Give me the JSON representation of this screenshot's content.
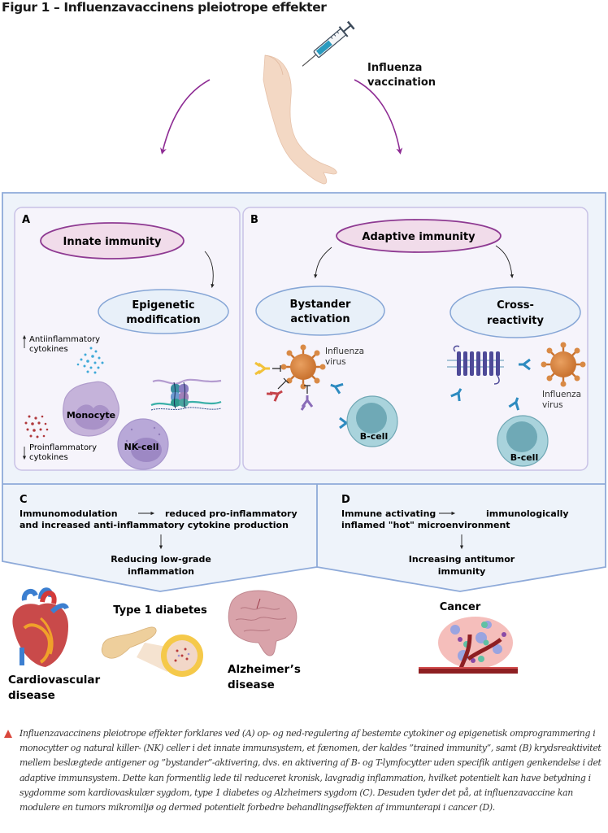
{
  "figure": {
    "title": "Figur 1 – Influenzavaccinens pleiotrope effekter",
    "vaccination_label_line1": "Influenza",
    "vaccination_label_line2": "vaccination"
  },
  "panel_a": {
    "letter": "A",
    "innate_label": "Innate immunity",
    "epigenetic_line1": "Epigenetic",
    "epigenetic_line2": "modification",
    "anti_line1": "Antiinflammatory",
    "anti_line2": "cytokines",
    "pro_line1": "Proinflammatory",
    "pro_line2": "cytokines",
    "monocyte_label": "Monocyte",
    "nk_label": "NK-cell"
  },
  "panel_b": {
    "letter": "B",
    "adaptive_label": "Adaptive immunity",
    "bystander_line1": "Bystander",
    "bystander_line2": "activation",
    "cross_line1": "Cross-",
    "cross_line2": "reactivity",
    "virus_line1": "Influenza",
    "virus_line2": "virus",
    "bcell_label": "B-cell"
  },
  "panel_c": {
    "letter": "C",
    "line1_left": "Immunomodulation",
    "line1_right": "reduced pro-inflammatory",
    "line2": "and increased anti-inflammatory cytokine production",
    "result_line1": "Reducing low-grade",
    "result_line2": "inflammation"
  },
  "panel_d": {
    "letter": "D",
    "line1_left": "Immune activating",
    "line1_right": "immunologically",
    "line2": "inflamed \"hot\" microenvironment",
    "result_line1": "Increasing antitumor",
    "result_line2": "immunity"
  },
  "diseases": {
    "cardio_line1": "Cardiovascular",
    "cardio_line2": "disease",
    "diabetes": "Type 1 diabetes",
    "alz_line1": "Alzheimer’s",
    "alz_line2": "disease",
    "cancer": "Cancer"
  },
  "caption": {
    "text": "Influenzavaccinens pleiotrope effekter forklares ved (A) op- og ned-regulering af bestemte cytokiner og epigenetisk omprogrammering i monocytter og natural killer- (NK) celler i det innate immunsystem, et fænomen, der kaldes ”trained immunity”, samt (B) krydsreaktivitet mellem beslægtede antigener og ”bystander”-aktivering, dvs. en aktivering af B- og T-lymfocytter uden specifik antigen genkendelse i det adaptive immunsystem. Dette kan formentlig lede til reduceret kronisk, lavgradig inflammation, hvilket potentielt kan have betydning i sygdomme som kardiovaskulær sygdom, type 1 diabetes og Alzheimers sygdom (C). Desuden tyder det på, at influenzavaccine kan modulere en tumors mikromiljø og dermed potentielt forbedre behandlingseffekten af immunterapi i cancer (D)."
  },
  "colors": {
    "arrow_purple": "#8e2c94",
    "panel_border": "#8eaad9",
    "panel_fill": "#eef3fa",
    "inner_fill": "#f6f4fb",
    "inner_border": "#c9c2e6",
    "pink_ellipse_fill": "#f1dcea",
    "pink_ellipse_stroke": "#8e3a92",
    "blue_ellipse_fill": "#e8f0f9",
    "blue_ellipse_stroke": "#86a6d6",
    "caption_marker": "#d9473c"
  }
}
